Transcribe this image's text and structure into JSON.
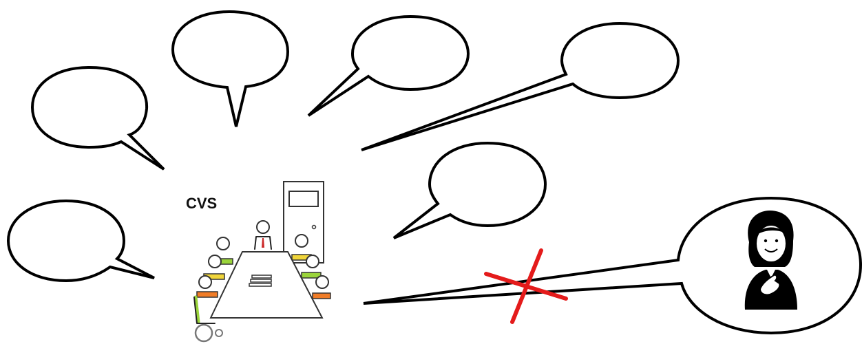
{
  "diagram": {
    "group_label": "CVS",
    "bubbles": [
      {
        "name": "speech-bubble-1",
        "text": ""
      },
      {
        "name": "speech-bubble-2",
        "text": ""
      },
      {
        "name": "speech-bubble-3",
        "text": ""
      },
      {
        "name": "speech-bubble-4",
        "text": ""
      },
      {
        "name": "speech-bubble-5",
        "text": ""
      },
      {
        "name": "speech-bubble-6",
        "text": ""
      },
      {
        "name": "person-speech-bubble",
        "text": ""
      }
    ],
    "colors": {
      "outline": "#000000",
      "cross": "#e41b1b",
      "chair_green": "#9ad43a",
      "chair_orange": "#f07c27",
      "chair_yellow": "#f0d53a",
      "tie": "#cc2a2a"
    },
    "icons": [
      "meeting-table-icon",
      "door-icon",
      "wheelchair-icon",
      "person-icon",
      "cross-mark-icon"
    ]
  }
}
